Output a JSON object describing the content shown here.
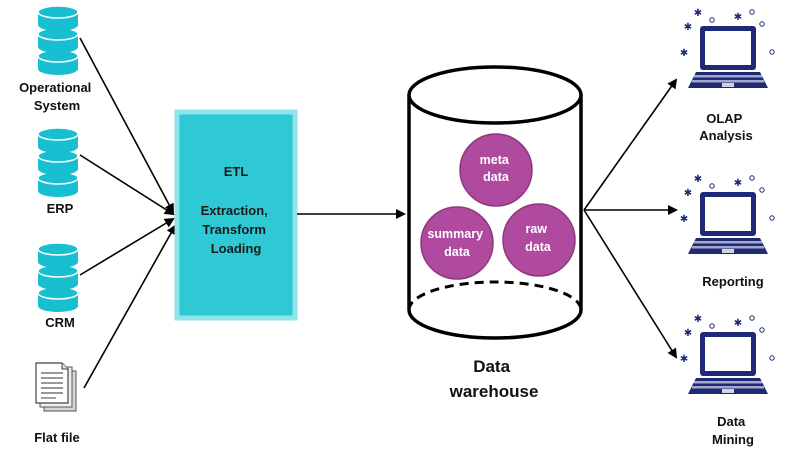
{
  "colors": {
    "database": "#17bfd1",
    "database_stripe": "#ffffff",
    "etl_fill": "#2ec9d4",
    "etl_border": "#7fdfe6",
    "ball": "#b04a9e",
    "ball_edge": "#8a3a7c",
    "monitor": "#1e2a78",
    "screen": "#ffffff",
    "sparkle": "#1e2a78"
  },
  "sources": [
    {
      "name": "Operational System",
      "lines": [
        "Operational",
        "System"
      ],
      "icon": "database-icon"
    },
    {
      "name": "ERP",
      "lines": [
        "ERP"
      ],
      "icon": "database-icon"
    },
    {
      "name": "CRM",
      "lines": [
        "CRM"
      ],
      "icon": "database-icon"
    },
    {
      "name": "Flat file",
      "lines": [
        "Flat file"
      ],
      "icon": "document-icon"
    }
  ],
  "etl": {
    "title": "ETL",
    "lines": [
      "Extraction,",
      "Transform",
      "Loading"
    ]
  },
  "warehouse": {
    "label_lines": [
      "Data",
      "warehouse"
    ],
    "contents": [
      {
        "name": "meta data",
        "lines": [
          "meta",
          "data"
        ]
      },
      {
        "name": "summary data",
        "lines": [
          "summary",
          "data"
        ]
      },
      {
        "name": "raw data",
        "lines": [
          "raw",
          "data"
        ]
      }
    ]
  },
  "outputs": [
    {
      "name": "OLAP Analysis",
      "lines": [
        "OLAP",
        "Analysis"
      ],
      "icon": "laptop-icon"
    },
    {
      "name": "Reporting",
      "lines": [
        "Reporting"
      ],
      "icon": "laptop-icon"
    },
    {
      "name": "Data Mining",
      "lines": [
        "Data",
        "Mining"
      ],
      "icon": "laptop-icon"
    }
  ]
}
